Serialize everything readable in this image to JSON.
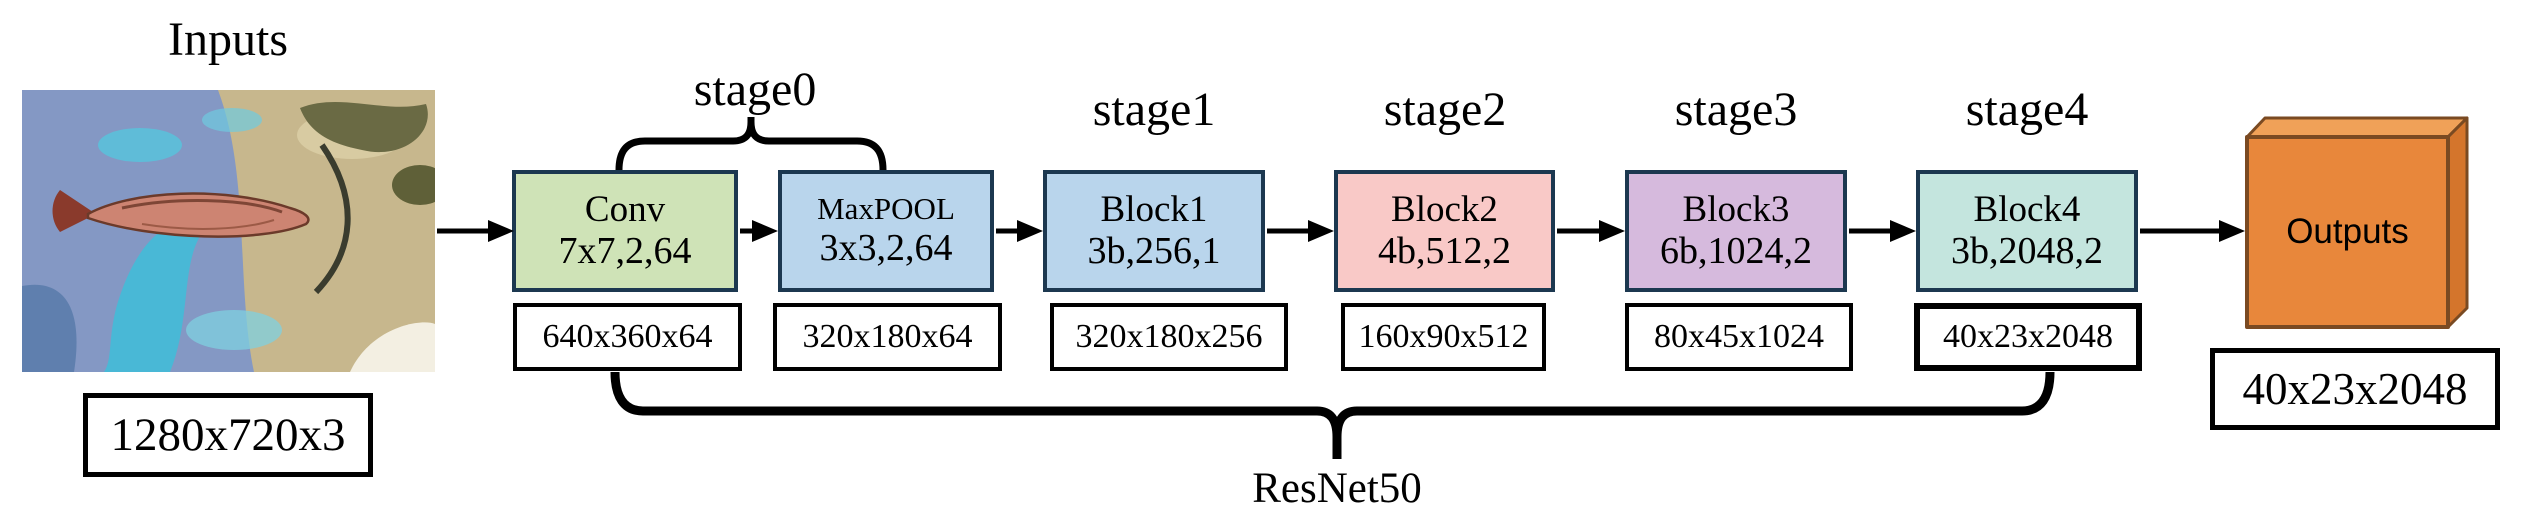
{
  "inputs": {
    "title": "Inputs",
    "dim": "1280x720x3"
  },
  "stages": [
    "stage0",
    "stage1",
    "stage2",
    "stage3",
    "stage4"
  ],
  "blocks": [
    {
      "name": "Conv",
      "params": "7x7,2,64",
      "dim": "640x360x64",
      "fill": "#cfe3b7"
    },
    {
      "name": "MaxPOOL",
      "params": "3x3,2,64",
      "dim": "320x180x64",
      "fill": "#b9d5ec"
    },
    {
      "name": "Block1",
      "params": "3b,256,1",
      "dim": "320x180x256",
      "fill": "#b9d5ec"
    },
    {
      "name": "Block2",
      "params": "4b,512,2",
      "dim": "160x90x512",
      "fill": "#f9c9c7"
    },
    {
      "name": "Block3",
      "params": "6b,1024,2",
      "dim": "80x45x1024",
      "fill": "#d6badd"
    },
    {
      "name": "Block4",
      "params": "3b,2048,2",
      "dim": "40x23x2048",
      "fill": "#c4e5de"
    }
  ],
  "output": {
    "label": "Outputs",
    "dim": "40x23x2048",
    "front_color": "#e8873b",
    "top_color": "#f0a158",
    "side_color": "#d4752c",
    "border_color": "#7a4a22"
  },
  "network_label": "ResNet50",
  "colors": {
    "block_border": "#1c3850",
    "line": "#000000",
    "background": "#ffffff"
  }
}
